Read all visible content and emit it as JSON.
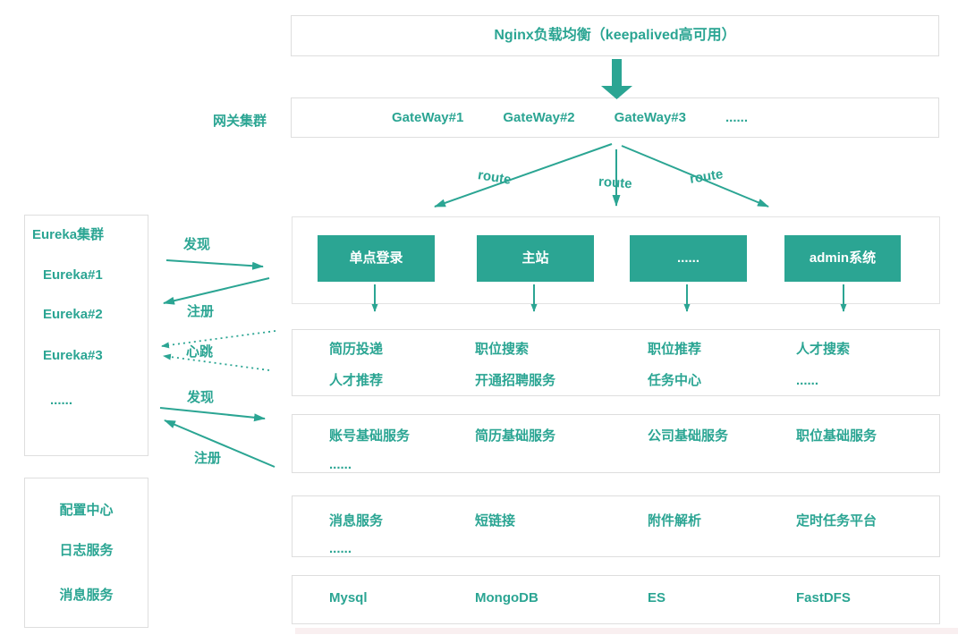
{
  "colors": {
    "teal": "#2BA593",
    "box_border": "#dedede",
    "button_text": "#ffffff",
    "background": "#ffffff",
    "bottom_strip": "#f9eff0"
  },
  "top_box": {
    "label": "Nginx负载均衡（keepalived高可用）"
  },
  "gateway": {
    "side_label": "网关集群",
    "items": [
      "GateWay#1",
      "GateWay#2",
      "GateWay#3",
      "......"
    ]
  },
  "route_labels": [
    "route",
    "route",
    "route"
  ],
  "apps": [
    "单点登录",
    "主站",
    "......",
    "admin系统"
  ],
  "eureka_box": {
    "title": "Eureka集群",
    "items": [
      "Eureka#1",
      "Eureka#2",
      "Eureka#3",
      "......"
    ]
  },
  "edge_labels": {
    "discover1": "发现",
    "register1": "注册",
    "heartbeat": "心跳",
    "discover2": "发现",
    "register2": "注册"
  },
  "service_rows": [
    {
      "lines": [
        [
          "简历投递",
          "职位搜索",
          "职位推荐",
          "人才搜索"
        ],
        [
          "人才推荐",
          "开通招聘服务",
          "任务中心",
          "......"
        ]
      ]
    },
    {
      "lines": [
        [
          "账号基础服务",
          "简历基础服务",
          "公司基础服务",
          "职位基础服务"
        ],
        [
          "......"
        ]
      ]
    },
    {
      "lines": [
        [
          "消息服务",
          "短链接",
          "附件解析",
          "定时任务平台"
        ],
        [
          "......"
        ]
      ]
    },
    {
      "lines": [
        [
          "Mysql",
          "MongoDB",
          "ES",
          "FastDFS"
        ]
      ]
    }
  ],
  "infra_box": {
    "items": [
      "配置中心",
      "日志服务",
      "消息服务"
    ]
  }
}
